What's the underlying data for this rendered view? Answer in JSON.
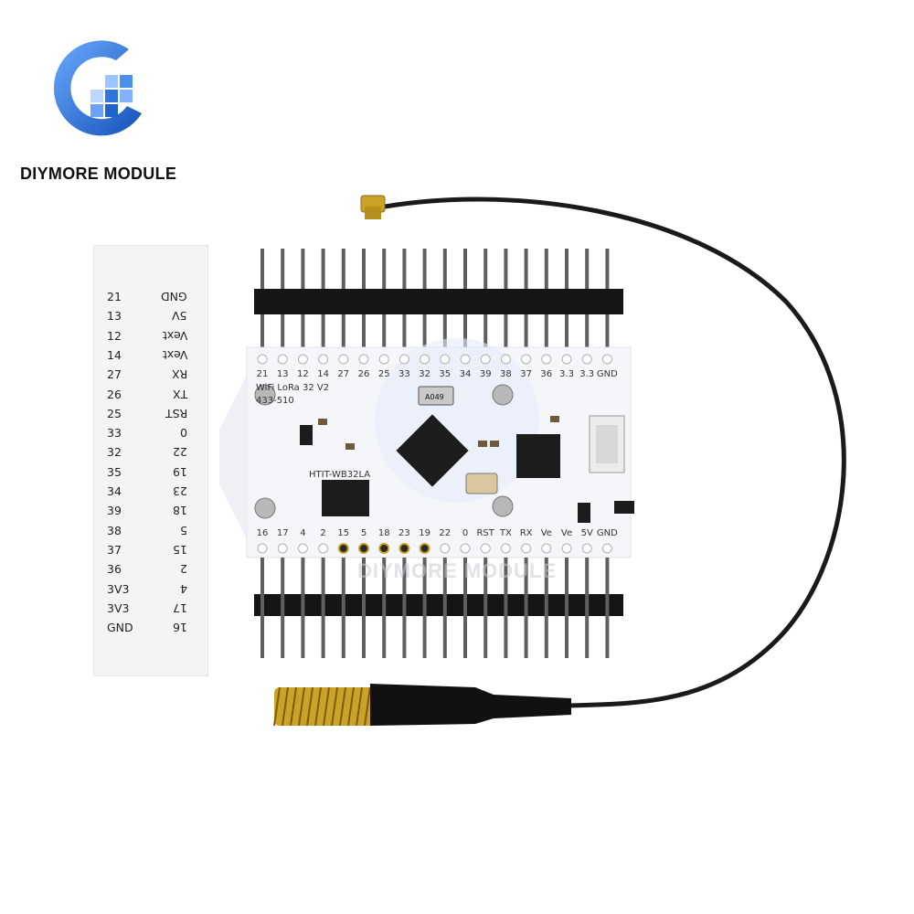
{
  "brand": {
    "name": "DIYMORE MODULE",
    "logo_icon": "diymore-logo-icon",
    "colors": {
      "logo_blue": "#1f6fd1",
      "logo_light": "#7fb3ff"
    }
  },
  "pin_card": {
    "rows": [
      {
        "left": "21",
        "right": "GND"
      },
      {
        "left": "13",
        "right": "5V"
      },
      {
        "left": "12",
        "right": "Vext"
      },
      {
        "left": "14",
        "right": "Vext"
      },
      {
        "left": "27",
        "right": "RX"
      },
      {
        "left": "26",
        "right": "TX"
      },
      {
        "left": "25",
        "right": "RST"
      },
      {
        "left": "33",
        "right": "0"
      },
      {
        "left": "32",
        "right": "22"
      },
      {
        "left": "35",
        "right": "19"
      },
      {
        "left": "34",
        "right": "23"
      },
      {
        "left": "39",
        "right": "18"
      },
      {
        "left": "38",
        "right": "5"
      },
      {
        "left": "37",
        "right": "15"
      },
      {
        "left": "36",
        "right": "2"
      },
      {
        "left": "3V3",
        "right": "4"
      },
      {
        "left": "3V3",
        "right": "17"
      },
      {
        "left": "GND",
        "right": "16"
      }
    ]
  },
  "board": {
    "top_pin_labels": [
      "21",
      "13",
      "12",
      "14",
      "27",
      "26",
      "25",
      "33",
      "32",
      "35",
      "34",
      "39",
      "38",
      "37",
      "36",
      "3.3",
      "3.3",
      "GND"
    ],
    "bottom_pin_labels": [
      "16",
      "17",
      "4",
      "2",
      "15",
      "5",
      "18",
      "23",
      "19",
      "22",
      "0",
      "RST",
      "TX",
      "RX",
      "Ve",
      "Ve",
      "5V",
      "GND"
    ],
    "title_line1": "WiFi LoRa 32 V2",
    "title_line2": "433-510",
    "chip_label": "HTIT-WB32LA",
    "crystal_label": "A049",
    "colors": {
      "pcb": "#f5f6fa",
      "header": "#151515",
      "pin_metal": "#6c6c6c",
      "chip": "#1c1c1c"
    }
  },
  "antenna": {
    "connector": "ipex-connector-icon",
    "coil": "spring-coil-icon",
    "colors": {
      "cable": "#1a1a1a",
      "coil": "#c9a227"
    }
  },
  "watermark": "DIYMORE MODULE"
}
